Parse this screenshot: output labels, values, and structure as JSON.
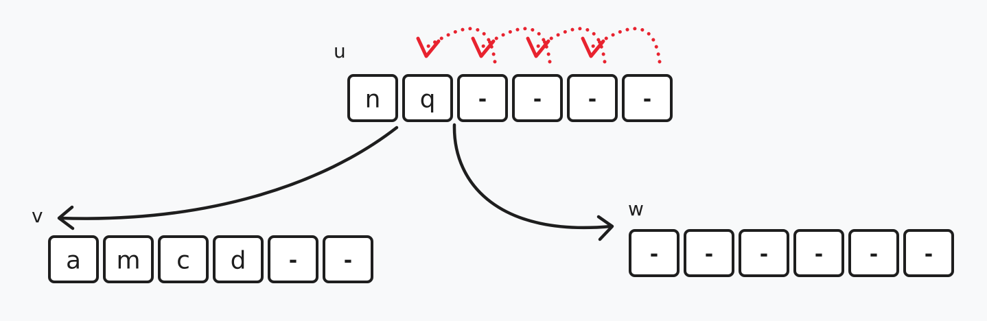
{
  "colors": {
    "background": "#f8f9fa",
    "stroke": "#1e1e1e",
    "highlight_key": "#f5b800",
    "shift_arrows": "#e8232f"
  },
  "nodes": [
    {
      "id": "u",
      "label": "u",
      "cells": [
        {
          "text": "n"
        },
        {
          "text": "q"
        },
        {
          "text": "-"
        },
        {
          "text": "-"
        },
        {
          "text": "-"
        },
        {
          "text": "-"
        }
      ]
    },
    {
      "id": "v",
      "label": "v",
      "cells": [
        {
          "text": "a"
        },
        {
          "text": "m",
          "highlight": true
        },
        {
          "text": "c"
        },
        {
          "text": "d"
        },
        {
          "text": "-"
        },
        {
          "text": "-"
        }
      ]
    },
    {
      "id": "w",
      "label": "w",
      "cells": [
        {
          "text": "-"
        },
        {
          "text": "-"
        },
        {
          "text": "-"
        },
        {
          "text": "-"
        },
        {
          "text": "-"
        },
        {
          "text": "-"
        }
      ]
    }
  ],
  "edges": [
    {
      "from": "u",
      "from_slot": 1,
      "to": "v"
    },
    {
      "from": "u",
      "from_slot": 2,
      "to": "w"
    }
  ],
  "shift_arrows": [
    {
      "node": "u",
      "from_slot": 2,
      "to_slot": 1
    },
    {
      "node": "u",
      "from_slot": 3,
      "to_slot": 2
    },
    {
      "node": "u",
      "from_slot": 4,
      "to_slot": 3
    },
    {
      "node": "u",
      "from_slot": 5,
      "to_slot": 4
    }
  ]
}
